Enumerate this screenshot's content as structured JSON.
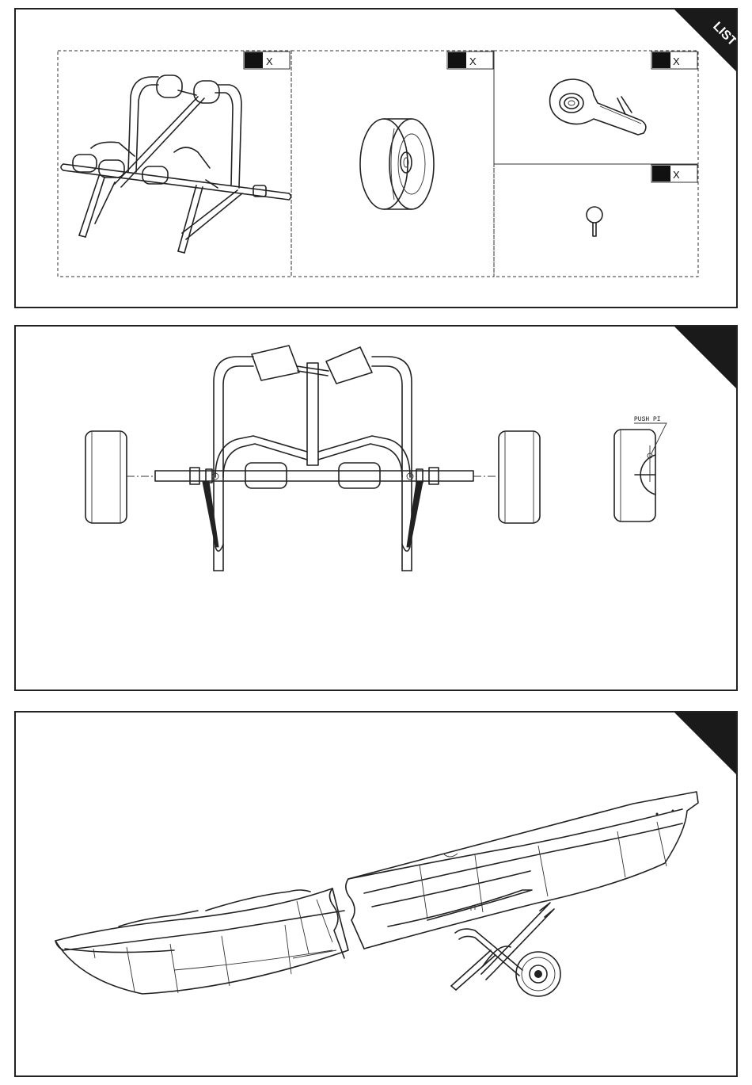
{
  "sections": [
    {
      "corner_label": "LIST",
      "parts": [
        {
          "name": "trolley-frame",
          "qty_suffix": "X"
        },
        {
          "name": "wheel",
          "qty_suffix": "X"
        },
        {
          "name": "tie-down-strap",
          "qty_suffix": "X"
        },
        {
          "name": "push-pin",
          "qty_suffix": "X"
        }
      ]
    },
    {
      "corner_label": "",
      "callout": "PUSH PI"
    },
    {
      "corner_label": ""
    }
  ]
}
